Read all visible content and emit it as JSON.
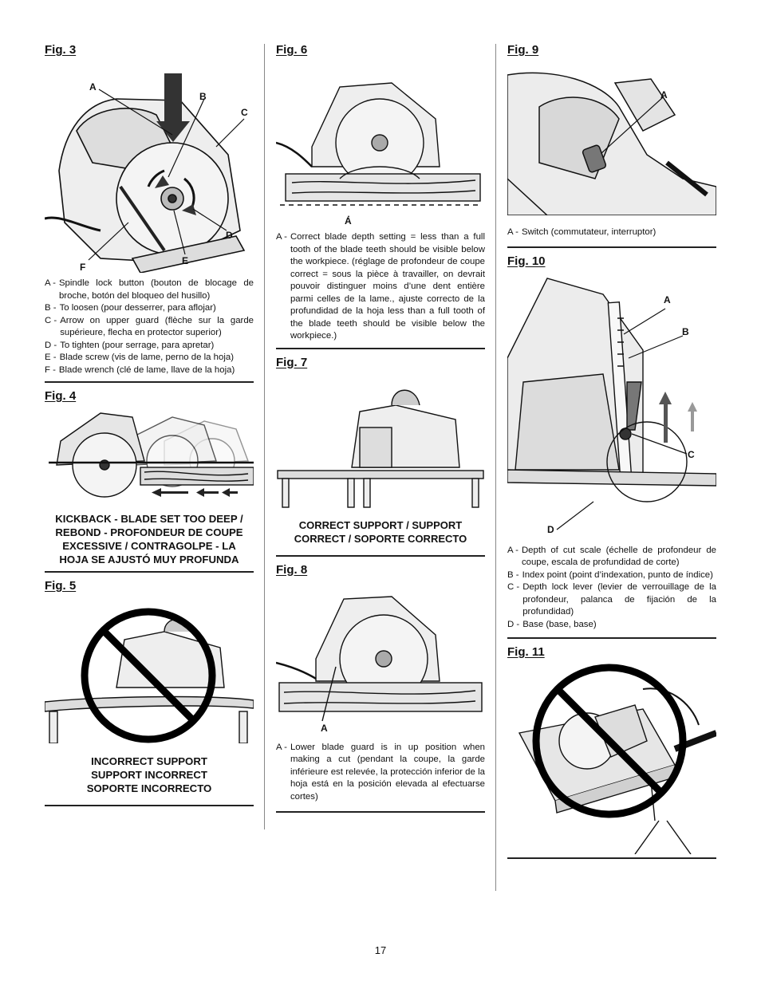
{
  "page_number": "17",
  "fig3": {
    "title": "Fig. 3",
    "labels": [
      "A",
      "B",
      "C",
      "D",
      "E",
      "F"
    ],
    "captions": [
      {
        "key": "A -",
        "text": "Spindle lock button (bouton de blocage de broche, botón del bloqueo del husillo)"
      },
      {
        "key": "B -",
        "text": "To loosen (pour desserrer, para aflojar)"
      },
      {
        "key": "C -",
        "text": "Arrow on upper guard (flèche sur la garde supérieure, flecha en protector superior)"
      },
      {
        "key": "D -",
        "text": "To tighten (pour serrage, para apretar)"
      },
      {
        "key": "E -",
        "text": "Blade screw (vis de lame, perno de la hoja)"
      },
      {
        "key": "F -",
        "text": "Blade wrench (clé de lame, llave de la hoja)"
      }
    ]
  },
  "fig4": {
    "title": "Fig. 4",
    "caption": "KICKBACK - BLADE SET TOO DEEP / REBOND - PROFONDEUR DE COUPE EXCESSIVE / CONTRAGOLPE - LA HOJA SE AJUSTÓ MUY PROFUNDA"
  },
  "fig5": {
    "title": "Fig. 5",
    "caption_lines": [
      "INCORRECT SUPPORT",
      "SUPPORT INCORRECT",
      "SOPORTE INCORRECTO"
    ]
  },
  "fig6": {
    "title": "Fig. 6",
    "label": "A",
    "captions": [
      {
        "key": "A -",
        "text": "Correct blade depth setting = less than a full tooth of the blade teeth should be visible below the workpiece. (réglage de profondeur de coupe correct = sous la pièce à travailler, on devrait pouvoir distinguer moins d’une dent entière parmi celles de la lame., ajuste correcto de la profundidad de la hoja less than a full tooth of the blade teeth should be visible below the workpiece.)"
      }
    ]
  },
  "fig7": {
    "title": "Fig. 7",
    "caption_lines": [
      "CORRECT SUPPORT / SUPPORT",
      "CORRECT / SOPORTE  CORRECTO"
    ]
  },
  "fig8": {
    "title": "Fig. 8",
    "label": "A",
    "captions": [
      {
        "key": "A -",
        "text": "Lower blade guard is in up position when making a cut (pendant la coupe, la garde inférieure est relevée, la protección inferior de la hoja está en la posición elevada al efectuarse cortes)"
      }
    ]
  },
  "fig9": {
    "title": "Fig. 9",
    "label": "A",
    "captions": [
      {
        "key": "A -",
        "text": "Switch (commutateur, interruptor)"
      }
    ]
  },
  "fig10": {
    "title": "Fig. 10",
    "labels": [
      "A",
      "B",
      "C",
      "D"
    ],
    "captions": [
      {
        "key": "A -",
        "text": "Depth of cut scale (échelle de profondeur de coupe, escala de profundidad de corte)"
      },
      {
        "key": "B -",
        "text": "Index point (point d’indexation, punto de índice)"
      },
      {
        "key": "C -",
        "text": "Depth lock lever (levier de verrouillage de la profondeur, palanca de fijación de la profundidad)"
      },
      {
        "key": "D -",
        "text": "Base (base, base)"
      }
    ]
  },
  "fig11": {
    "title": "Fig. 11"
  }
}
